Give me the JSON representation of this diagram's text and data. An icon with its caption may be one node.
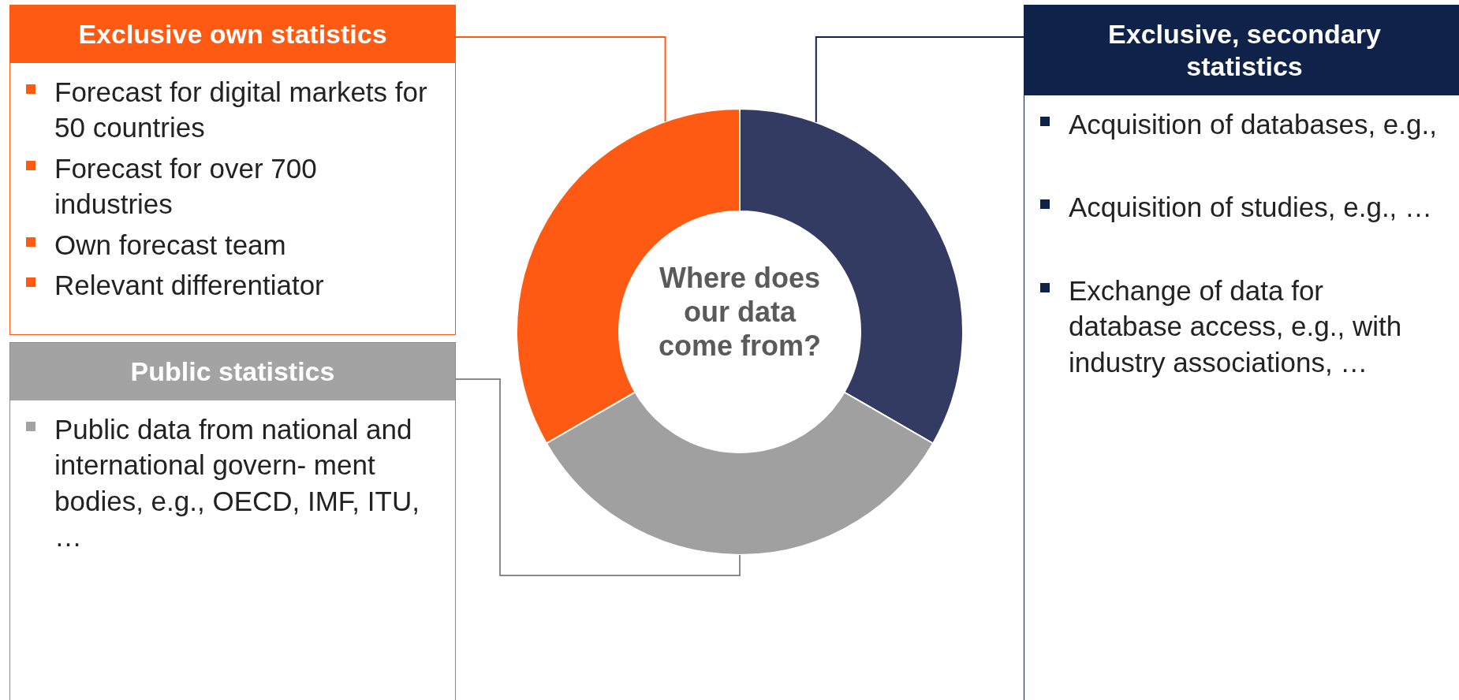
{
  "diagram": {
    "nodes": [
      {
        "text": [
          "Exclusive own statistics",
          "Forecast for digital markets for 50 countries",
          "Forecast for over 700 industries",
          "Own forecast team",
          "Relevant differentiator"
        ]
      },
      {
        "text": [
          "Public statistics",
          "Public data from national and international govern- ment bodies, e.g., OECD, IMF, ITU, …"
        ]
      },
      {
        "text": [
          "Exclusive, secondary statistics",
          "Acquisition of databases, e.g.,",
          "Acquisition of studies, e.g., …",
          "Exchange of data for database access, e.g., with industry associations, …"
        ]
      },
      {
        "text": [],
        "shape": "arc"
      },
      {
        "text": [],
        "shape": "arc"
      },
      {
        "text": [],
        "shape": "arc"
      },
      {
        "text": [
          "Where does our data come from?"
        ]
      }
    ],
    "edges": [
      {
        "from": 0,
        "to": 3,
        "arrow": "none"
      },
      {
        "from": 2,
        "to": 4,
        "arrow": "none",
        "color": "#0f2249"
      },
      {
        "from": 1,
        "to": 5,
        "arrow": "none",
        "color": "#8a8a8a"
      }
    ]
  }
}
